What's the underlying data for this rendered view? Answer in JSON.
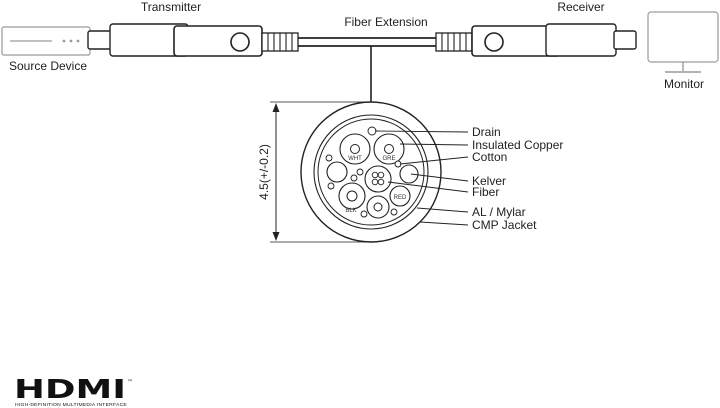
{
  "labels": {
    "transmitter": "Transmitter",
    "receiver": "Receiver",
    "fiber_extension": "Fiber Extension",
    "source_device": "Source Device",
    "monitor": "Monitor",
    "dimension": "4.5(+/-0.2)"
  },
  "cross_section": {
    "callouts": [
      "Drain",
      "Insulated Copper",
      "Cotton",
      "Kelver",
      "Fiber",
      "AL / Mylar",
      "CMP Jacket"
    ],
    "wire_tags": {
      "wht": "WHT",
      "gre": "GRE",
      "red": "RED",
      "blk": "BLK"
    }
  },
  "logo": {
    "text": "HDMI",
    "trademark": "™",
    "subtitle": "HIGH-DEFINITION MULTIMEDIA INTERFACE"
  },
  "colors": {
    "line": "#222222",
    "device_outline": "#9a9a9a"
  }
}
